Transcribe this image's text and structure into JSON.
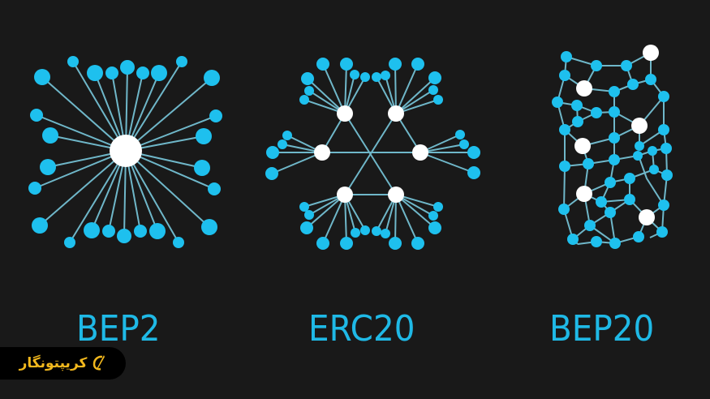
{
  "colors": {
    "background": "#191919",
    "node_blue": "#1ec0ee",
    "node_white": "#ffffff",
    "edge": "#6fb7c9",
    "label": "#1fb9e6",
    "badge_bg": "#000000",
    "badge_text": "#f2b81d"
  },
  "diagrams": [
    {
      "id": "bep2",
      "label": "BEP2",
      "topology": "centralized star"
    },
    {
      "id": "erc20",
      "label": "ERC20",
      "topology": "decentralized hubs"
    },
    {
      "id": "bep20",
      "label": "BEP20",
      "topology": "distributed mesh"
    }
  ],
  "watermark": {
    "text": "کریپتونگار",
    "icon": "pen-logo-icon"
  }
}
